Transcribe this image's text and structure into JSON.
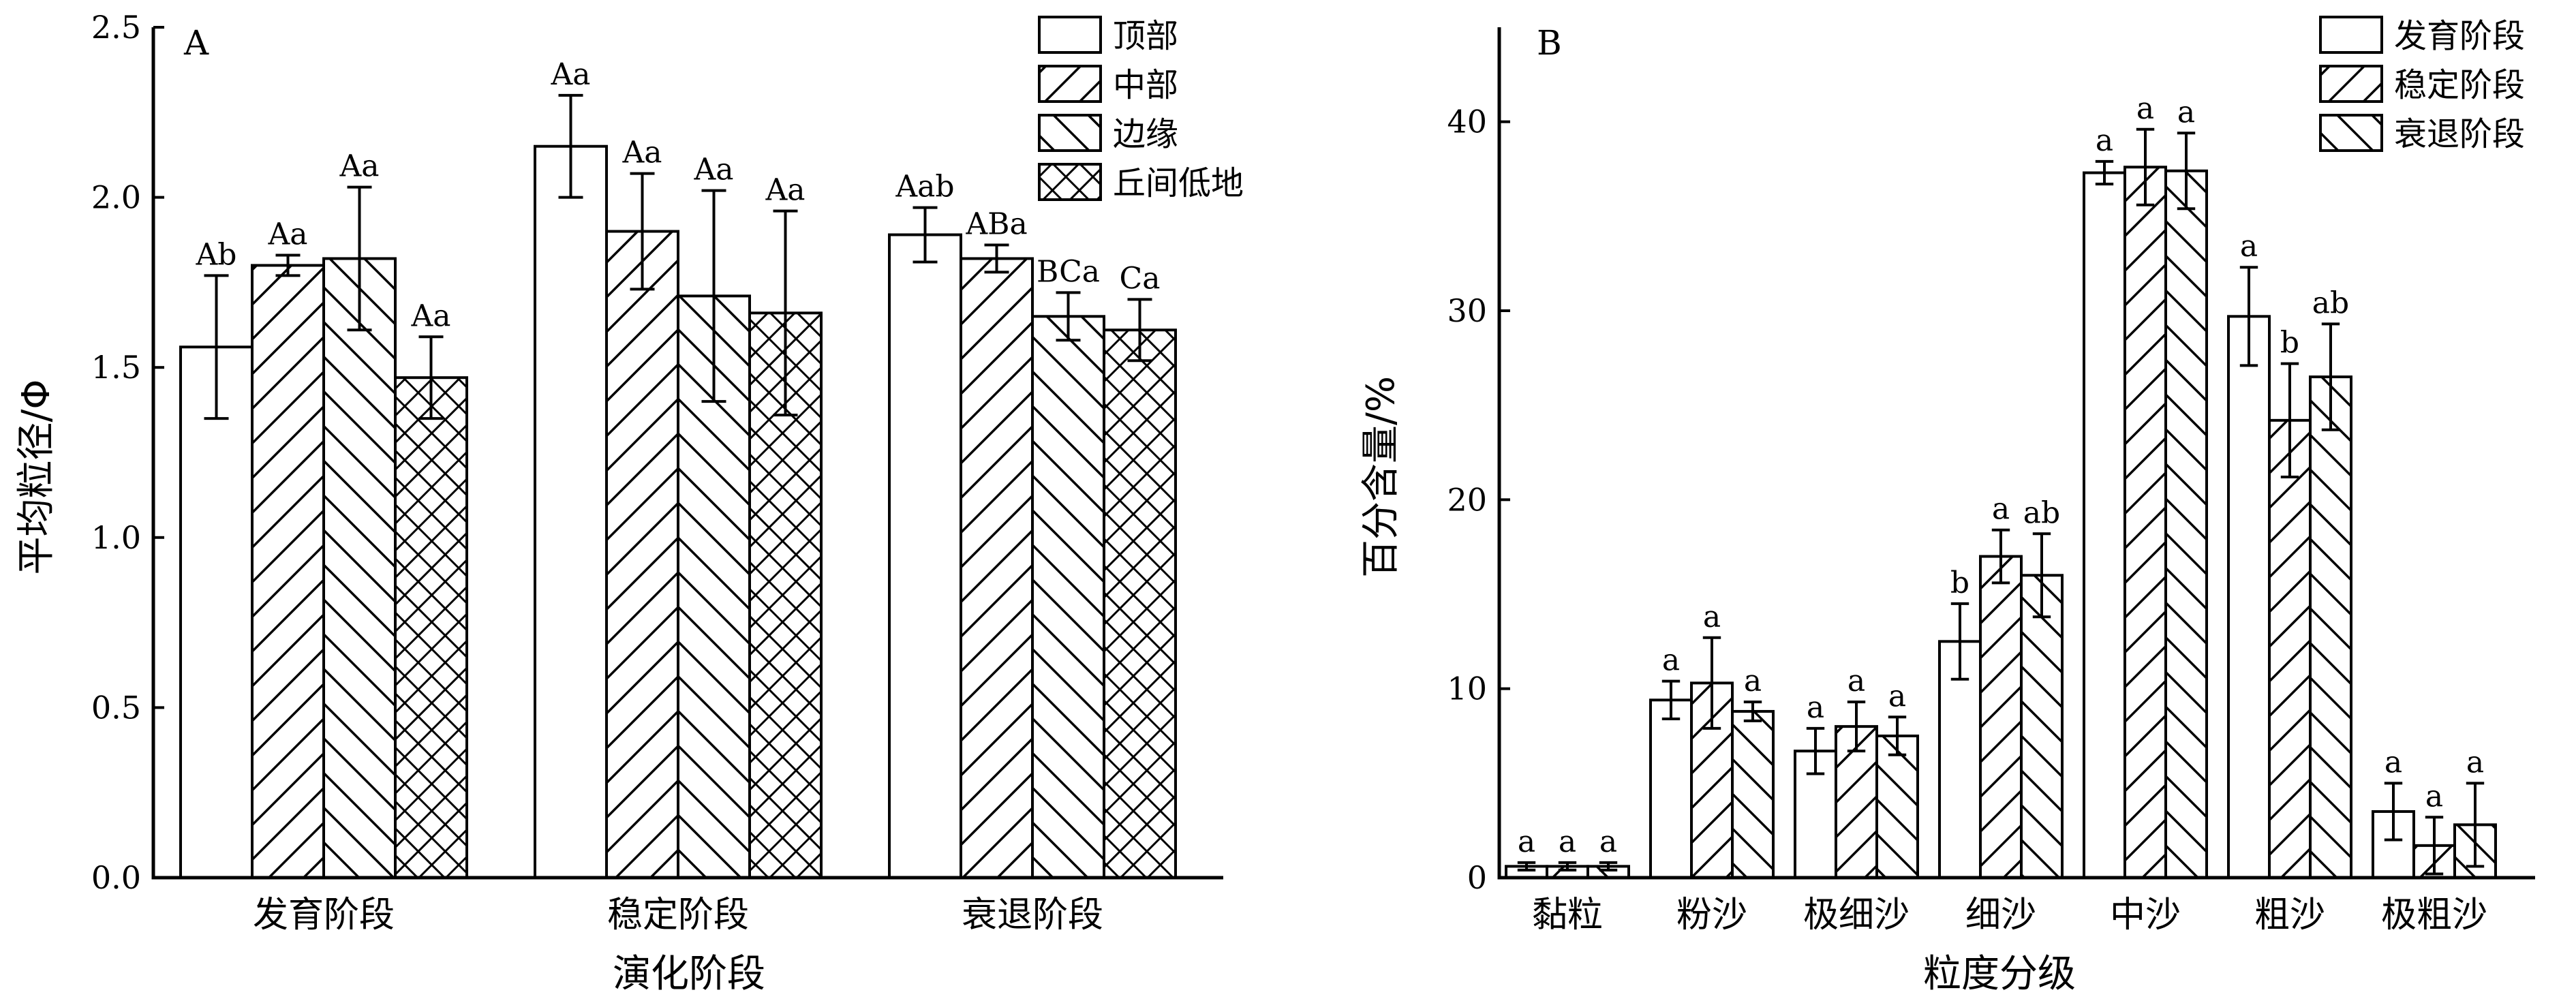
{
  "chart_data": [
    {
      "type": "bar",
      "panel_label": "A",
      "xlabel": "演化阶段",
      "ylabel": "平均粒径/Φ",
      "ylim": [
        0,
        2.5
      ],
      "yticks": [
        "0.0",
        "0.5",
        "1.0",
        "1.5",
        "2.0",
        "2.5"
      ],
      "categories": [
        "发育阶段",
        "稳定阶段",
        "衰退阶段"
      ],
      "legend_position": "top-right",
      "series": [
        {
          "name": "顶部",
          "pattern": "none",
          "values": [
            1.56,
            2.15,
            1.89
          ],
          "errors": [
            0.21,
            0.15,
            0.08
          ],
          "labels": [
            "Ab",
            "Aa",
            "Aab"
          ]
        },
        {
          "name": "中部",
          "pattern": "diag-up",
          "values": [
            1.8,
            1.9,
            1.82
          ],
          "errors": [
            0.03,
            0.17,
            0.04
          ],
          "labels": [
            "Aa",
            "Aa",
            "ABa"
          ]
        },
        {
          "name": "边缘",
          "pattern": "diag-down",
          "values": [
            1.82,
            1.71,
            1.65
          ],
          "errors": [
            0.21,
            0.31,
            0.07
          ],
          "labels": [
            "Aa",
            "Aa",
            "BCa"
          ]
        },
        {
          "name": "丘间低地",
          "pattern": "cross",
          "values": [
            1.47,
            1.66,
            1.61
          ],
          "errors": [
            0.12,
            0.3,
            0.09
          ],
          "labels": [
            "Aa",
            "Aa",
            "Ca"
          ]
        }
      ]
    },
    {
      "type": "bar",
      "panel_label": "B",
      "xlabel": "粒度分级",
      "ylabel": "百分含量/%",
      "ylim": [
        0,
        45
      ],
      "yticks": [
        "0",
        "10",
        "20",
        "30",
        "40"
      ],
      "categories": [
        "黏粒",
        "粉沙",
        "极细沙",
        "细沙",
        "中沙",
        "粗沙",
        "极粗沙"
      ],
      "legend_position": "top-right",
      "series": [
        {
          "name": "发育阶段",
          "pattern": "none",
          "values": [
            0.6,
            9.4,
            6.7,
            12.5,
            37.3,
            29.7,
            3.5
          ],
          "errors": [
            0.2,
            1.0,
            1.2,
            2.0,
            0.6,
            2.6,
            1.5
          ],
          "labels": [
            "a",
            "a",
            "a",
            "b",
            "a",
            "a",
            "a"
          ]
        },
        {
          "name": "稳定阶段",
          "pattern": "diag-up",
          "values": [
            0.6,
            10.3,
            8.0,
            17.0,
            37.6,
            24.2,
            1.7
          ],
          "errors": [
            0.2,
            2.4,
            1.3,
            1.4,
            2.0,
            3.0,
            1.5
          ],
          "labels": [
            "a",
            "a",
            "a",
            "a",
            "a",
            "b",
            "a"
          ]
        },
        {
          "name": "衰退阶段",
          "pattern": "diag-down",
          "values": [
            0.6,
            8.8,
            7.5,
            16.0,
            37.4,
            26.5,
            2.8
          ],
          "errors": [
            0.2,
            0.5,
            1.0,
            2.2,
            2.0,
            2.8,
            2.2
          ],
          "labels": [
            "a",
            "a",
            "a",
            "ab",
            "a",
            "ab",
            "a"
          ]
        }
      ]
    }
  ]
}
